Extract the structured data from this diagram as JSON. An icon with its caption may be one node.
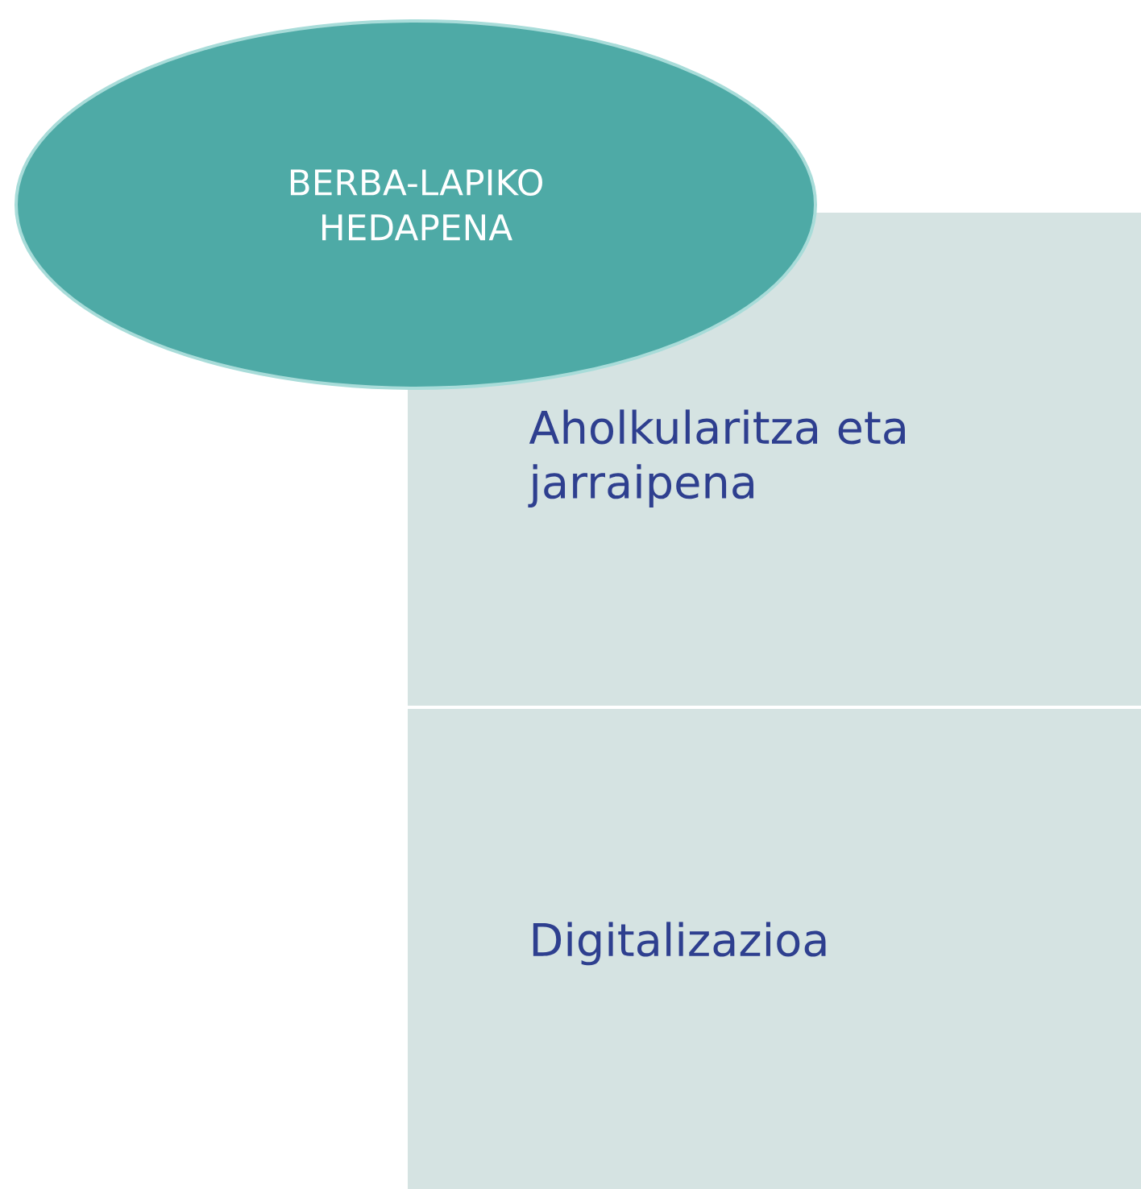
{
  "diagram": {
    "nodes": [
      {
        "text": [
          "BERBA-LAPIKO HEDAPENA"
        ]
      },
      {
        "text": [
          "Aholkularitza eta jarraipena"
        ]
      },
      {
        "text": [
          "Digitalizazioa"
        ]
      }
    ]
  }
}
